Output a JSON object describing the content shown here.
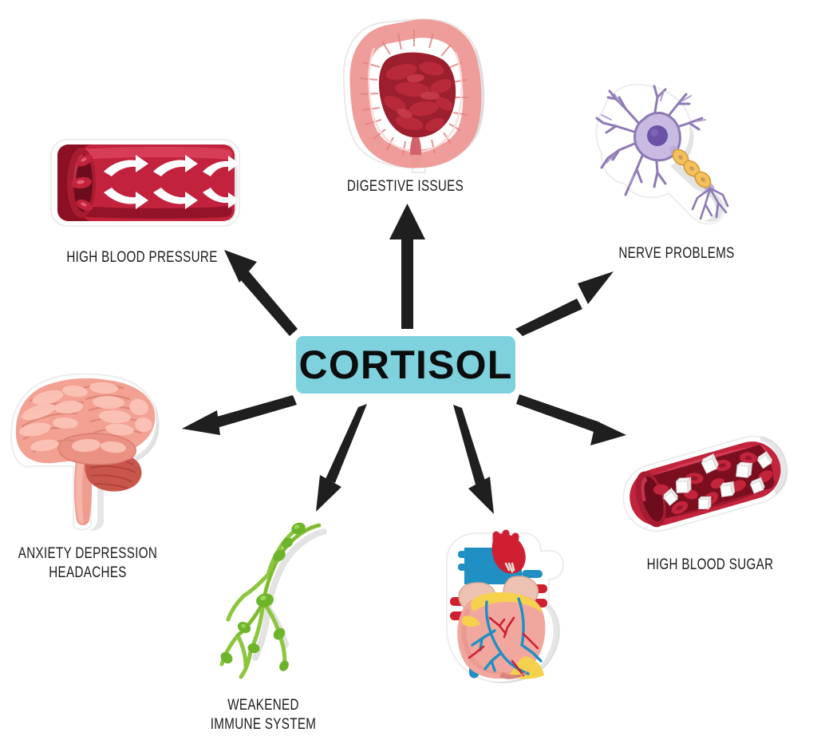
{
  "diagram": {
    "title": "CORTISOL",
    "type": "radial-effects-diagram",
    "center": {
      "label": "CORTISOL",
      "box_color": "#7ed2de",
      "text_color": "#0d0d0d"
    },
    "arrow_color": "#1f1f1f",
    "background": "#ffffff",
    "nodes": [
      {
        "id": "digestive-issues",
        "label": "DIGESTIVE ISSUES",
        "icon": "intestine-illustration",
        "direction": "up",
        "colors": {
          "primary": "#f19b9b",
          "secondary": "#9e1f2e",
          "accent": "#c0392b"
        }
      },
      {
        "id": "nerve-problems",
        "label": "NERVE PROBLEMS",
        "icon": "neuron-illustration",
        "direction": "up-right",
        "colors": {
          "primary": "#c6bde2",
          "secondary": "#6d4fa0",
          "accent": "#f0b44a"
        }
      },
      {
        "id": "high-blood-sugar",
        "label": "HIGH BLOOD SUGAR",
        "icon": "blood-vessel-sugar-illustration",
        "direction": "down-right",
        "colors": {
          "primary": "#c6233c",
          "secondary": "#7d0f20",
          "accent": "#ffffff"
        }
      },
      {
        "id": "heart-disease",
        "label": "",
        "icon": "heart-illustration",
        "direction": "down",
        "colors": {
          "primary": "#f2a79e",
          "secondary": "#1f8fc4",
          "accent": "#f5d14e"
        }
      },
      {
        "id": "weakened-immune-system",
        "label": "WEAKENED\nIMMUNE SYSTEM",
        "icon": "lymphatic-system-illustration",
        "direction": "down-left",
        "colors": {
          "primary": "#8cc63f",
          "secondary": "#5fa520",
          "accent": "#aede5a"
        }
      },
      {
        "id": "anxiety-depression-headaches",
        "label": "ANXIETY  DEPRESSION\nHEADACHES",
        "icon": "brain-illustration",
        "direction": "left",
        "colors": {
          "primary": "#f3a193",
          "secondary": "#c8564c",
          "accent": "#fcd3c8"
        }
      },
      {
        "id": "high-blood-pressure",
        "label": "HIGH BLOOD PRESSURE",
        "icon": "blood-vessel-flow-illustration",
        "direction": "up-left",
        "colors": {
          "primary": "#c2223c",
          "secondary": "#8b1024",
          "accent": "#ffffff"
        }
      }
    ]
  }
}
